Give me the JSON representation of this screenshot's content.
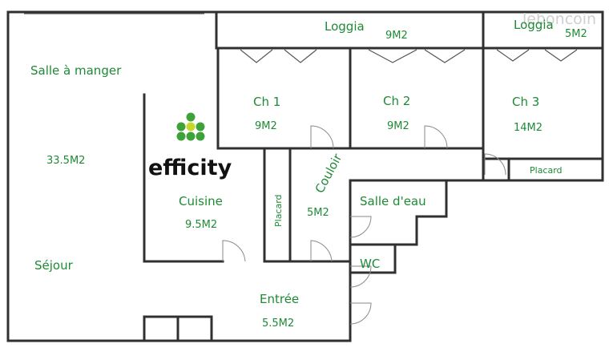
{
  "rooms": {
    "salle_a_manger": {
      "label": "Salle à manger",
      "area": "33.5M2"
    },
    "sejour": {
      "label": "Séjour"
    },
    "loggia_1": {
      "label": "Loggia",
      "area": "9M2"
    },
    "loggia_2": {
      "label": "Loggia",
      "area": "5M2"
    },
    "ch1": {
      "label": "Ch 1",
      "area": "9M2"
    },
    "ch2": {
      "label": "Ch 2",
      "area": "9M2"
    },
    "ch3": {
      "label": "Ch 3",
      "area": "14M2"
    },
    "placard_ch3": {
      "label": "Placard"
    },
    "cuisine": {
      "label": "Cuisine",
      "area": "9.5M2"
    },
    "placard_cuisine": {
      "label": "Placard"
    },
    "couloir": {
      "label": "Couloir",
      "area": "5M2"
    },
    "salle_d_eau": {
      "label": "Salle d'eau"
    },
    "wc": {
      "label": "WC"
    },
    "entree": {
      "label": "Entrée",
      "area": "5.5M2"
    }
  },
  "logo": {
    "text": "efficity",
    "icon": "efficity-dots-icon",
    "colors": [
      "#3ea23a",
      "#c8d82a"
    ]
  },
  "watermark": {
    "text": "leboncoin"
  },
  "colors": {
    "label": "#1e8a35",
    "wall": "#303030"
  }
}
